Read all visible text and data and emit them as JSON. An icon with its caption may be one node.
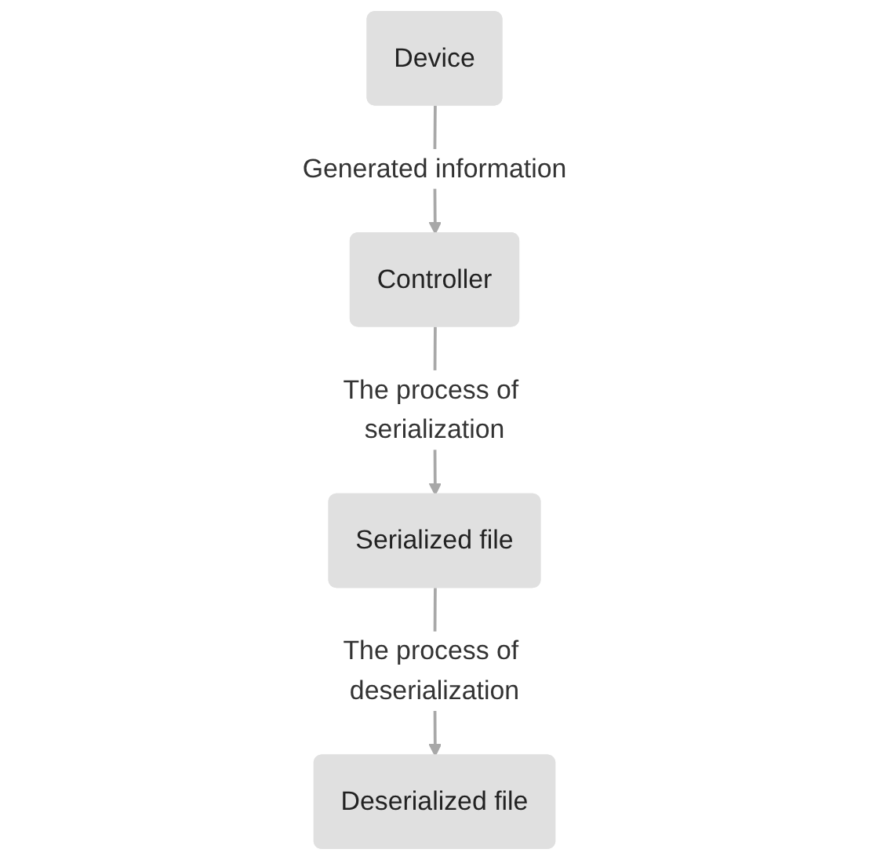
{
  "diagram": {
    "nodes": [
      {
        "text": [
          "Device"
        ]
      },
      {
        "text": [
          "Controller"
        ]
      },
      {
        "text": [
          "Serialized file"
        ]
      },
      {
        "text": [
          "Deserialized file"
        ]
      }
    ],
    "edges": [
      {
        "from": 0,
        "to": 1,
        "arrow": "to",
        "label": "Generated information"
      },
      {
        "from": 1,
        "to": 2,
        "arrow": "to",
        "label": "The process of serialization"
      },
      {
        "from": 2,
        "to": 3,
        "arrow": "to",
        "label": "The process of deserialization"
      }
    ]
  }
}
